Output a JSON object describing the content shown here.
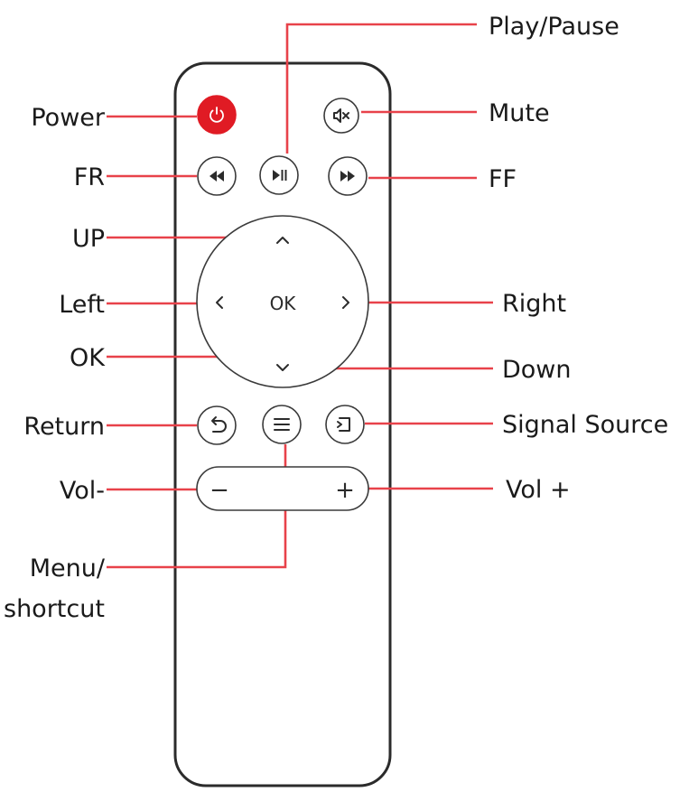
{
  "labels": {
    "play_pause": "Play/Pause",
    "power": "Power",
    "mute": "Mute",
    "fr": "FR",
    "ff": "FF",
    "up": "UP",
    "left": "Left",
    "right": "Right",
    "ok": "OK",
    "down": "Down",
    "return": "Return",
    "signal_source": "Signal Source",
    "vol_minus": "Vol-",
    "vol_plus": "Vol +",
    "menu_line1": "Menu/",
    "menu_line2": "shortcut"
  },
  "remote": {
    "ok_text": "OK",
    "vol_minus_symbol": "−",
    "vol_plus_symbol": "+"
  },
  "colors": {
    "annotation_line": "#e8424a",
    "power_button": "#e01b24"
  },
  "icons": [
    "power-icon",
    "mute-icon",
    "rewind-icon",
    "play-pause-icon",
    "fast-forward-icon",
    "return-icon",
    "menu-icon",
    "signal-source-icon"
  ]
}
